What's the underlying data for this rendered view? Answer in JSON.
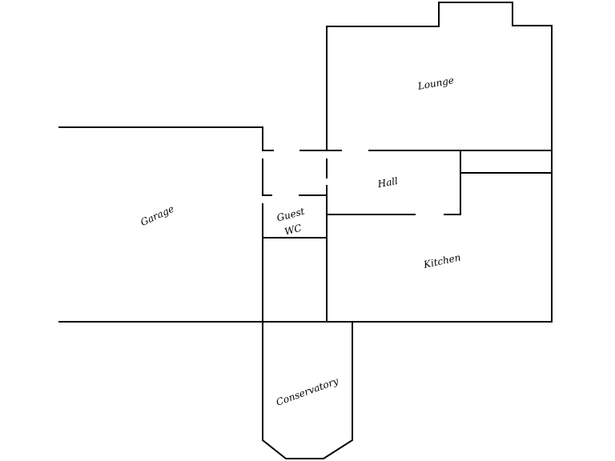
{
  "floor_plan": {
    "rooms": {
      "lounge": "Lounge",
      "hall": "Hall",
      "garage": "Garage",
      "guest_wc_line1": "Guest",
      "guest_wc_line2": "WC",
      "kitchen": "Kitchen",
      "conservatory": "Conservatory"
    },
    "colors": {
      "wall": "#000000",
      "background": "#ffffff"
    }
  }
}
